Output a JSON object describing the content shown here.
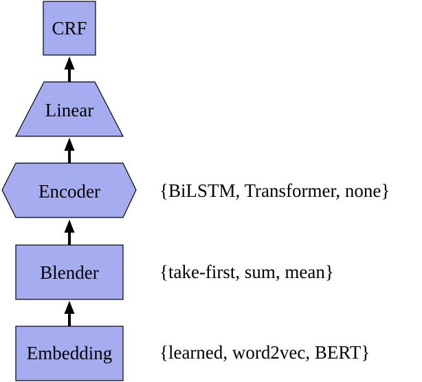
{
  "nodes": {
    "crf": {
      "label": "CRF"
    },
    "linear": {
      "label": "Linear"
    },
    "encoder": {
      "label": "Encoder",
      "options": "{BiLSTM, Transformer, none}"
    },
    "blender": {
      "label": "Blender",
      "options": "{take-first, sum, mean}"
    },
    "embedding": {
      "label": "Embedding",
      "options": "{learned, word2vec, BERT}"
    }
  },
  "colors": {
    "node_fill": "#a6acf0",
    "stroke": "#000000"
  }
}
